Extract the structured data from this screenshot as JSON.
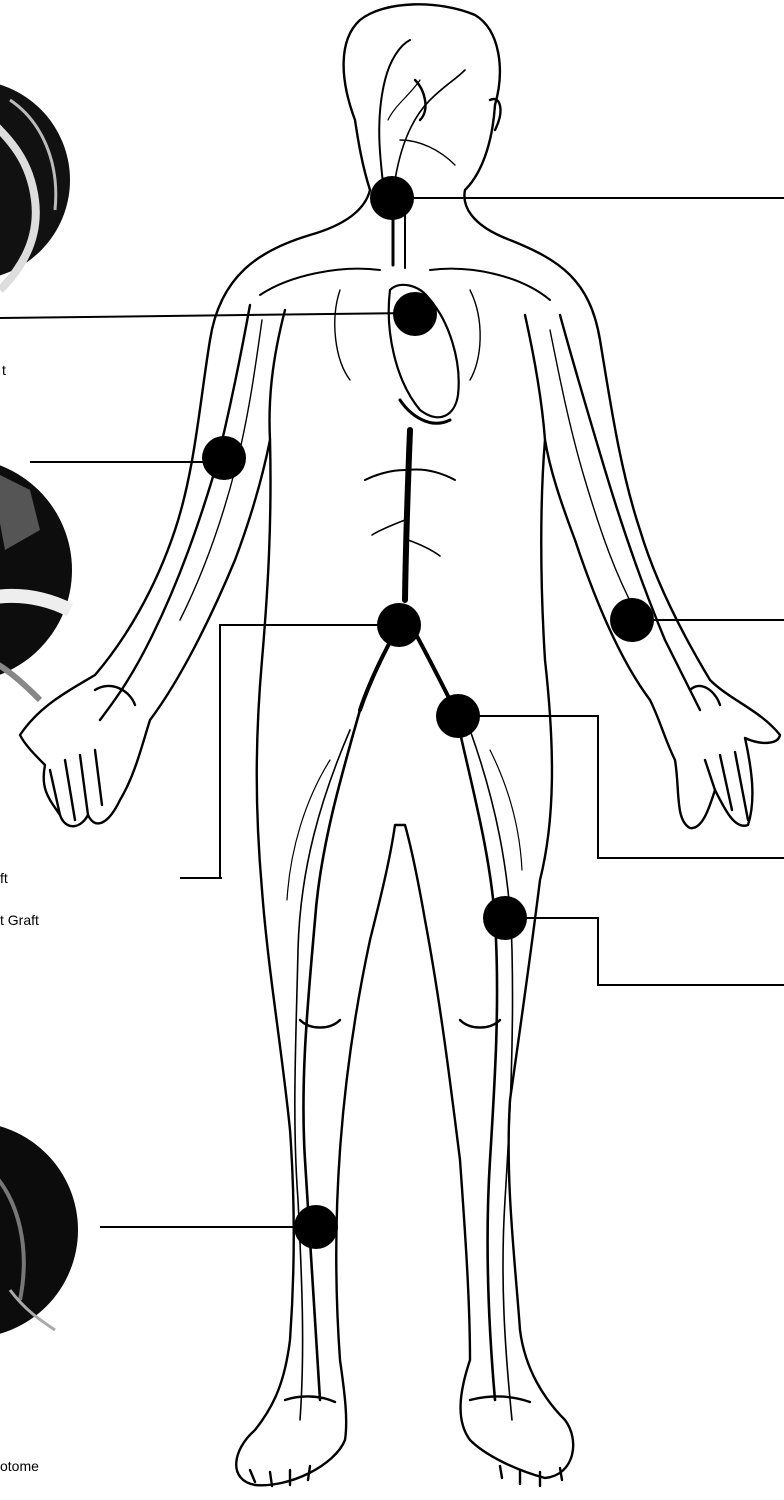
{
  "labels": {
    "upper_left": "t",
    "mid_left_a": "ft",
    "mid_left_b": "t Graft",
    "bottom_left": "otome"
  },
  "colors": {
    "ink": "#000000",
    "paper": "#ffffff"
  }
}
